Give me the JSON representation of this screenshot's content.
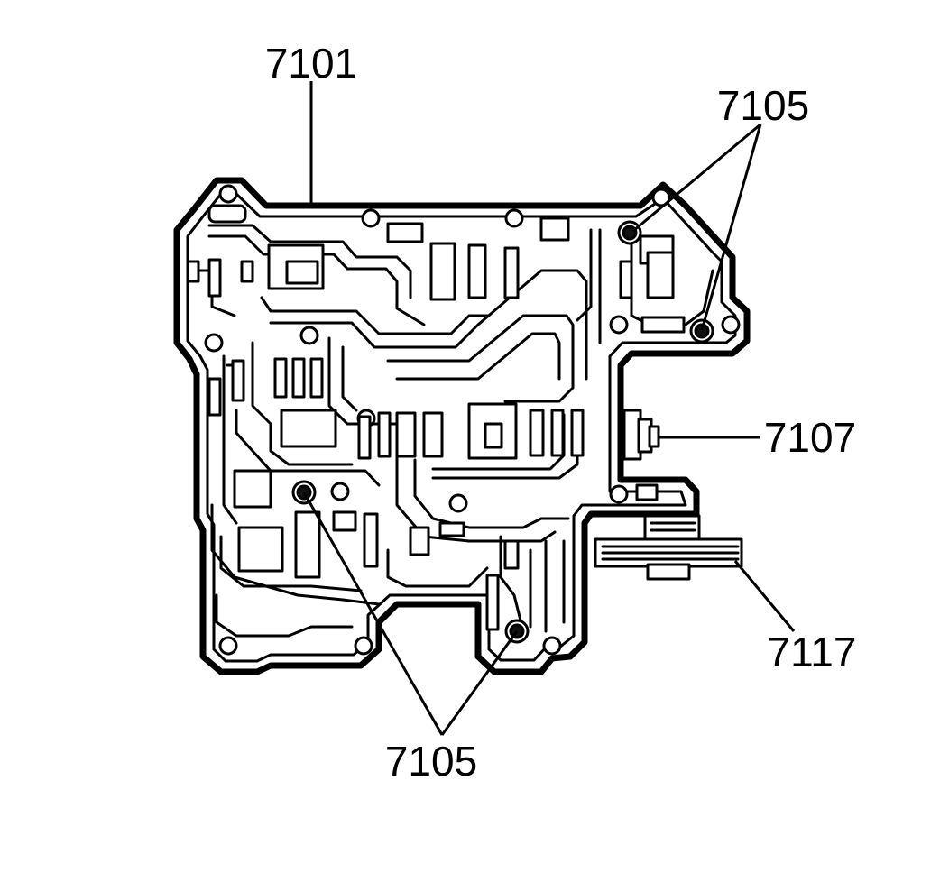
{
  "diagram": {
    "callouts": {
      "valve_body": "7101",
      "check_balls_top": "7105",
      "plug": "7107",
      "check_balls_bottom": "7105",
      "harness": "7117"
    },
    "colors": {
      "line": "#000000",
      "background": "#ffffff"
    }
  }
}
